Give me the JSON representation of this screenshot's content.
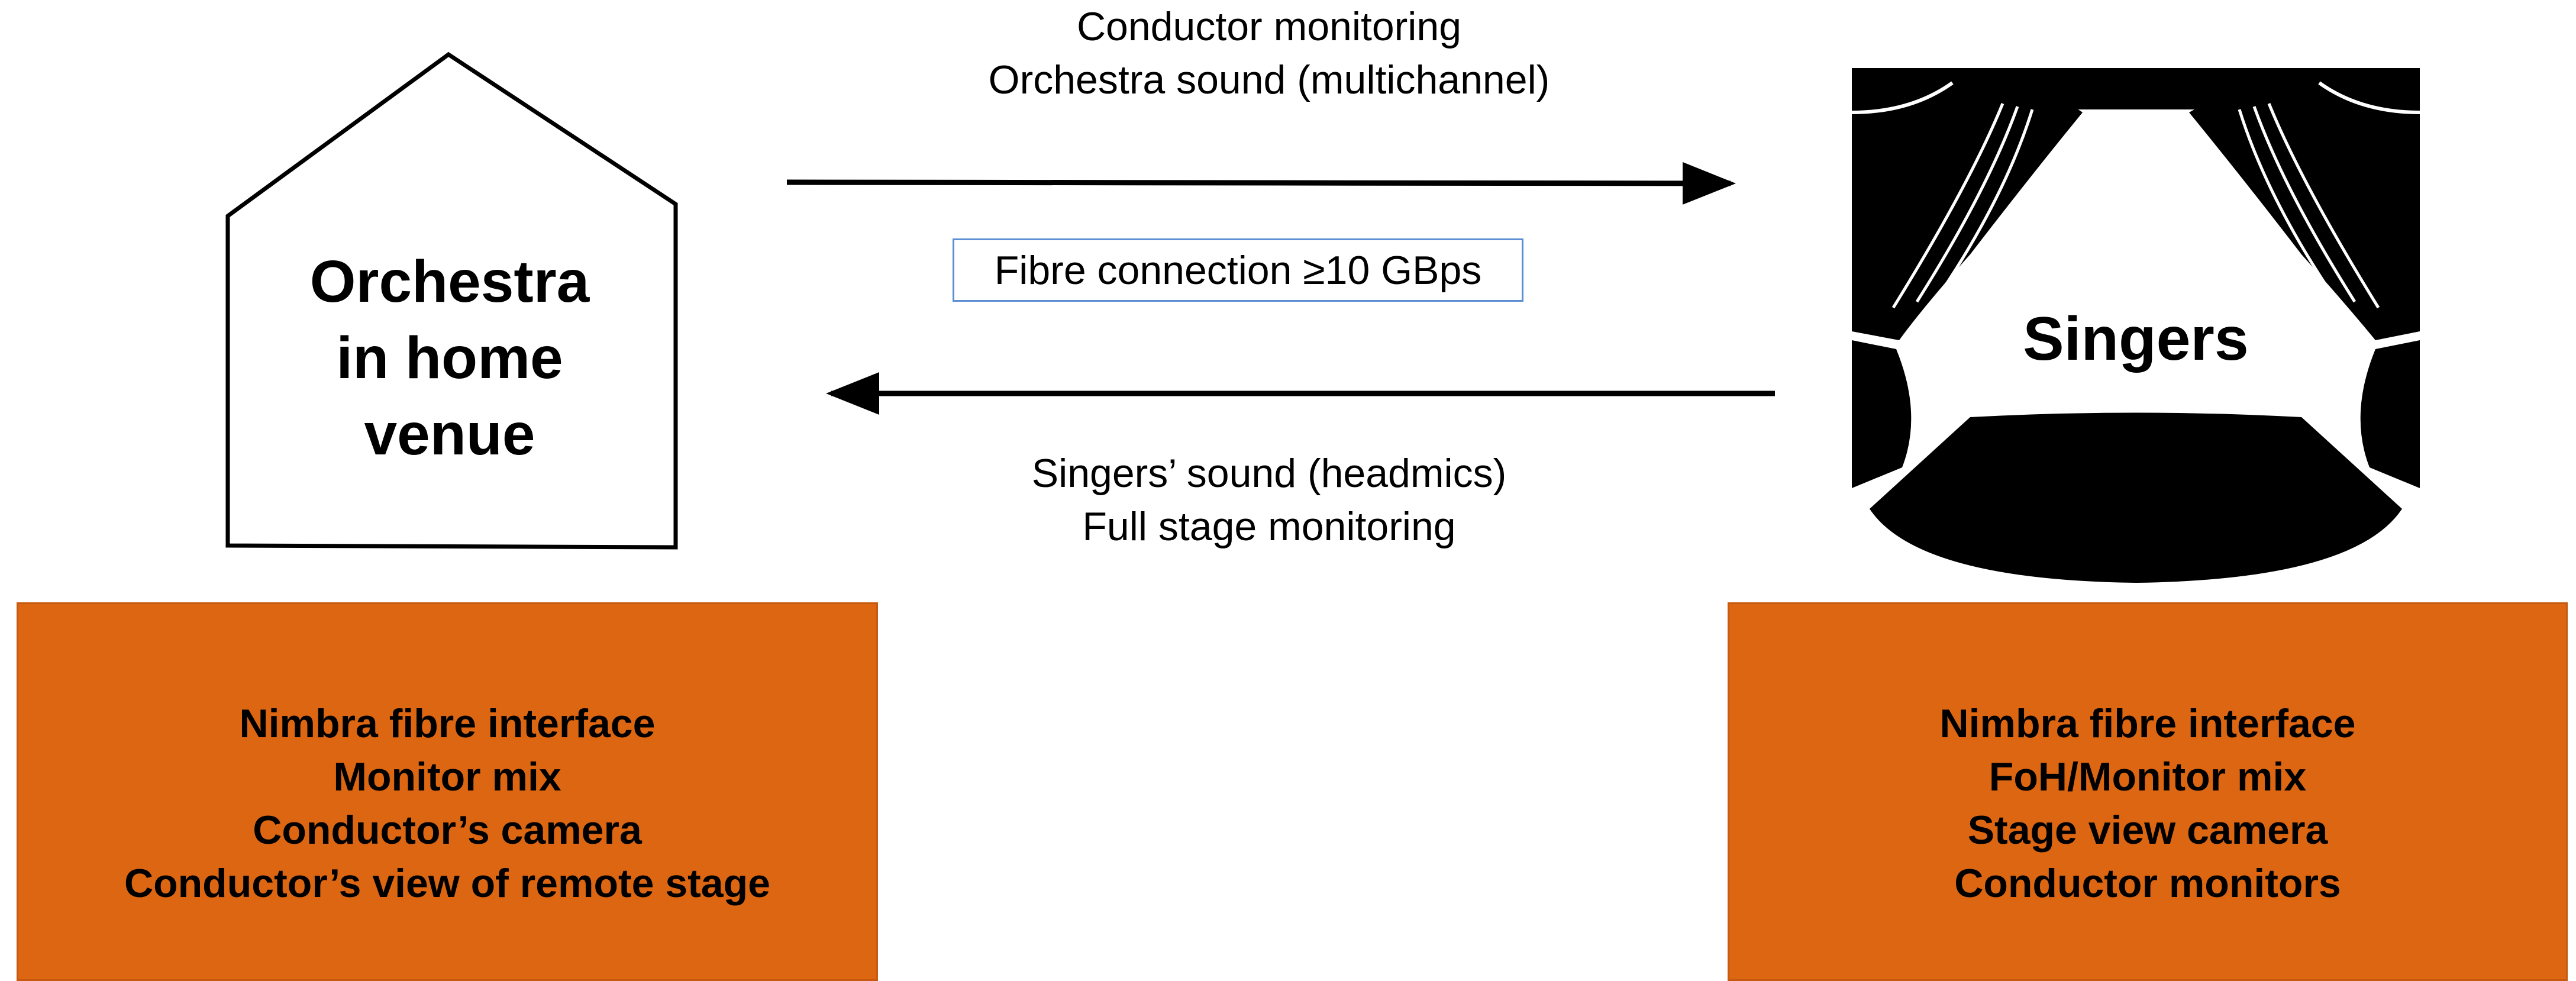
{
  "link": {
    "to_singers": [
      "Conductor monitoring",
      "Orchestra sound (multichannel)"
    ],
    "connection_label": "Fibre connection ≥10 GBps",
    "to_orchestra": [
      "Singers’ sound (headmics)",
      "Full stage monitoring"
    ]
  },
  "orchestra": {
    "label_lines": [
      "Orchestra",
      "in home",
      "venue"
    ],
    "equipment": [
      "Nimbra fibre interface",
      "Monitor mix",
      "Conductor’s camera",
      "Conductor’s view of remote stage"
    ]
  },
  "singers": {
    "label": "Singers",
    "equipment": [
      "Nimbra fibre interface",
      "FoH/Monitor mix",
      "Stage view camera",
      "Conductor monitors"
    ]
  },
  "colors": {
    "equipment_box": "#dd6612",
    "connection_border": "#5b8fd1",
    "stage": "#000000"
  },
  "icons": [
    "house-icon",
    "theatre-stage-icon",
    "arrow-right-icon",
    "arrow-left-icon"
  ]
}
